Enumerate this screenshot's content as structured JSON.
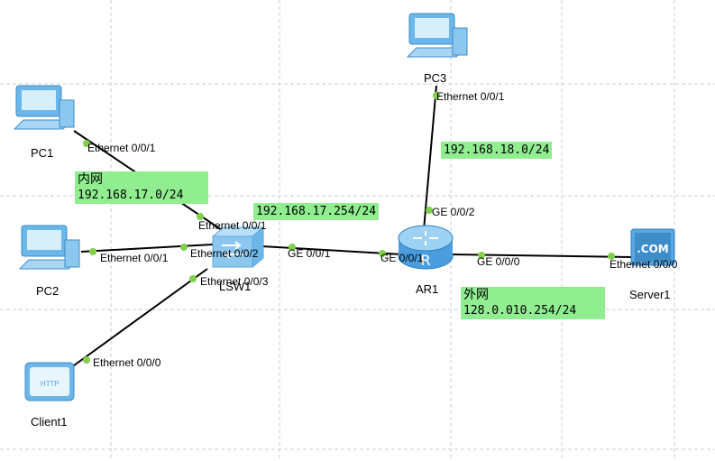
{
  "devices": {
    "pc1": {
      "label": "PC1",
      "type": "pc-icon"
    },
    "pc2": {
      "label": "PC2",
      "type": "pc-icon"
    },
    "pc3": {
      "label": "PC3",
      "type": "pc-icon"
    },
    "client1": {
      "label": "Client1",
      "type": "http-client-icon"
    },
    "lsw1": {
      "label": "LSW1",
      "type": "switch-icon"
    },
    "ar1": {
      "label": "AR1",
      "type": "router-icon"
    },
    "server1": {
      "label": "Server1",
      "type": "server-icon"
    }
  },
  "ports": {
    "pc1_eth": "Ethernet 0/0/1",
    "pc2_eth": "Ethernet 0/0/1",
    "pc3_eth": "Ethernet 0/0/1",
    "client1_eth": "Ethernet 0/0/0",
    "lsw1_p1": "Ethernet 0/0/1",
    "lsw1_p2": "Ethernet 0/0/2",
    "lsw1_p3": "Ethernet 0/0/3",
    "lsw1_ge": "GE 0/0/1",
    "ar1_ge1": "GE 0/0/1",
    "ar1_ge2": "GE 0/0/2",
    "ar1_ge0": "GE 0/0/0",
    "server1_eth": "Ethernet 0/0/0"
  },
  "notes": {
    "inner": {
      "title": "内网",
      "subnet": "192.168.17.0/24"
    },
    "gateway": {
      "subnet": "192.168.17.254/24"
    },
    "pc3_net": {
      "subnet": "192.168.18.0/24"
    },
    "outer": {
      "title": "外网",
      "subnet": "128.0.010.254/24"
    }
  },
  "colors": {
    "note_bg": "#90ee90",
    "link": "#000000",
    "port_dot": "#7fd14a",
    "grid": "#cccccc",
    "device_blue": "#5aa7e0"
  }
}
